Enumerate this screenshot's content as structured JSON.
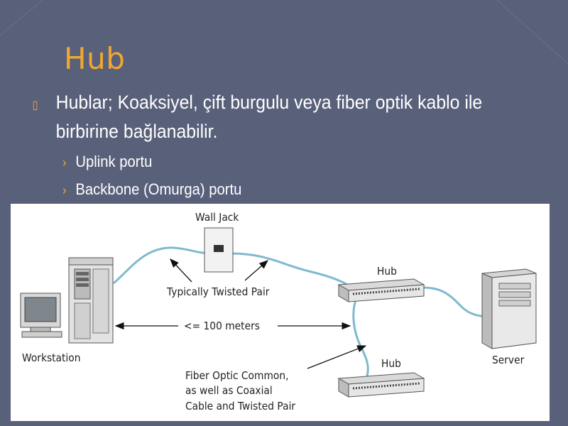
{
  "slide": {
    "title": "Hub",
    "bullet": "Hublar; Koaksiyel, çift burgulu veya fiber optik kablo ile birbirine bağlanabilir.",
    "subbullets": [
      "Uplink portu",
      "Backbone (Omurga) portu"
    ]
  },
  "diagram": {
    "labels": {
      "wall_jack": "Wall Jack",
      "hub_top": "Hub",
      "hub_bottom": "Hub",
      "workstation": "Workstation",
      "server": "Server",
      "twisted_pair": "Typically Twisted Pair",
      "distance": "<= 100 meters",
      "fiber_note_line1": "Fiber Optic Common,",
      "fiber_note_line2": "as well as Coaxial",
      "fiber_note_line3": "Cable and Twisted Pair"
    },
    "colors": {
      "cable": "#7fb9cf",
      "title": "#f0a830",
      "background": "#59607a"
    }
  }
}
